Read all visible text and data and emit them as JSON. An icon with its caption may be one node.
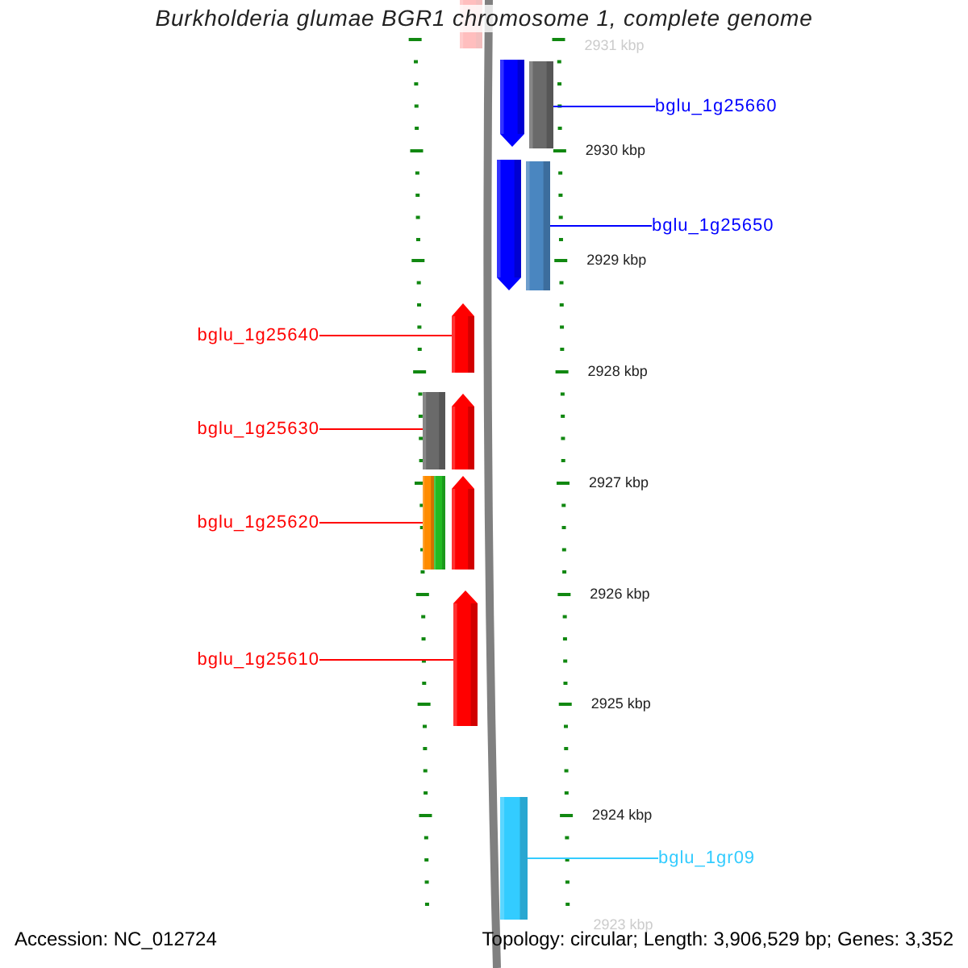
{
  "diagram": {
    "title": "Burkholderia glumae BGR1 chromosome 1, complete genome",
    "nodes": [
      {
        "text": [],
        "shape": "pentagon"
      },
      {
        "text": [],
        "shape": "pentagon"
      },
      {
        "text": [],
        "shape": "bar"
      },
      {
        "text": [
          "bglu_1g25660"
        ]
      },
      {
        "text": [],
        "shape": "pentagon"
      },
      {
        "text": [],
        "shape": "bar"
      },
      {
        "text": [
          "bglu_1g25650"
        ]
      },
      {
        "text": [
          "bglu_1g25640"
        ]
      },
      {
        "text": [],
        "shape": "pentagon"
      },
      {
        "text": [
          "bglu_1g25630"
        ]
      },
      {
        "text": [],
        "shape": "bar"
      },
      {
        "text": [],
        "shape": "pentagon"
      },
      {
        "text": [
          "bglu_1g25620"
        ]
      },
      {
        "text": [],
        "shape": "bar"
      },
      {
        "text": [],
        "shape": "bar"
      },
      {
        "text": [],
        "shape": "pentagon"
      },
      {
        "text": [
          "bglu_1g25610"
        ]
      },
      {
        "text": [],
        "shape": "pentagon"
      },
      {
        "text": [],
        "shape": "bar"
      },
      {
        "text": [
          "bglu_1gr09"
        ]
      }
    ],
    "edges": [
      {
        "from": 3,
        "to": 2,
        "arrow": "none",
        "color": "#0000ff"
      },
      {
        "from": 6,
        "to": 5,
        "arrow": "none",
        "color": "#0000ff"
      },
      {
        "from": 7,
        "to": 8,
        "arrow": "none"
      },
      {
        "from": 9,
        "to": 10,
        "arrow": "none"
      },
      {
        "from": 12,
        "to": 13,
        "arrow": "none"
      },
      {
        "from": 16,
        "to": 17,
        "arrow": "none"
      },
      {
        "from": 19,
        "to": 18,
        "arrow": "none",
        "color": "#33ccff"
      }
    ],
    "labels": [
      "2931 kbp",
      "2930 kbp",
      "2929 kbp",
      "2928 kbp",
      "2927 kbp",
      "2926 kbp",
      "2925 kbp",
      "2924 kbp",
      "2923 kbp",
      "Accession: NC_012724",
      "Topology: circular; Length: 3,906,529 bp; Genes: 3,352"
    ]
  }
}
